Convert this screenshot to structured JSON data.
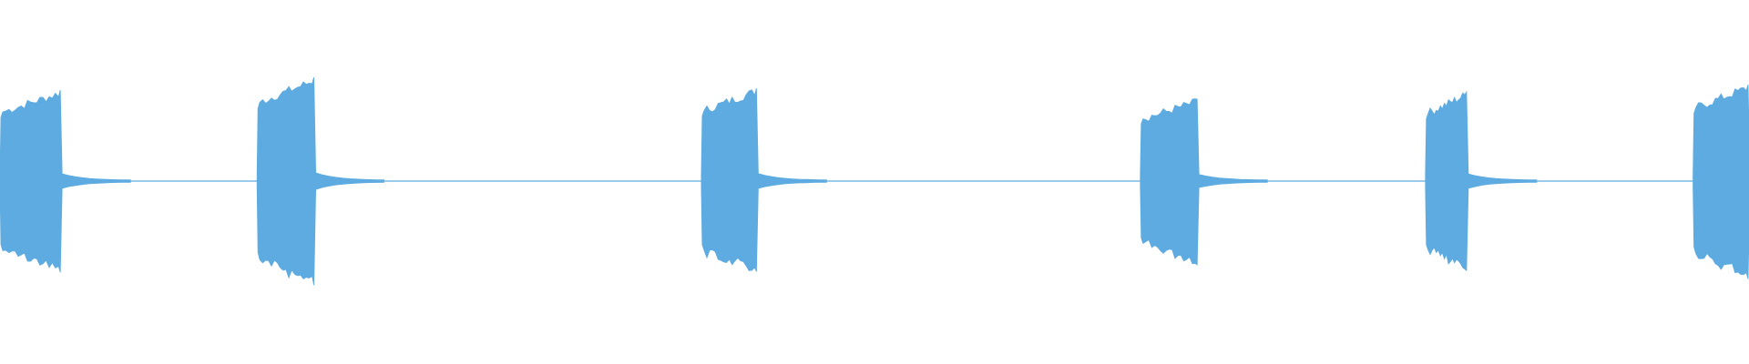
{
  "waveform": {
    "color": "#5dabe0",
    "background": "#ffffff",
    "bursts": [
      {
        "start": 0.0,
        "end": 0.035,
        "peak": 0.5
      },
      {
        "start": 0.147,
        "end": 0.18,
        "peak": 0.57
      },
      {
        "start": 0.401,
        "end": 0.433,
        "peak": 0.51
      },
      {
        "start": 0.652,
        "end": 0.685,
        "peak": 0.45
      },
      {
        "start": 0.815,
        "end": 0.839,
        "peak": 0.49
      },
      {
        "start": 0.968,
        "end": 1.0,
        "peak": 0.53
      }
    ]
  }
}
